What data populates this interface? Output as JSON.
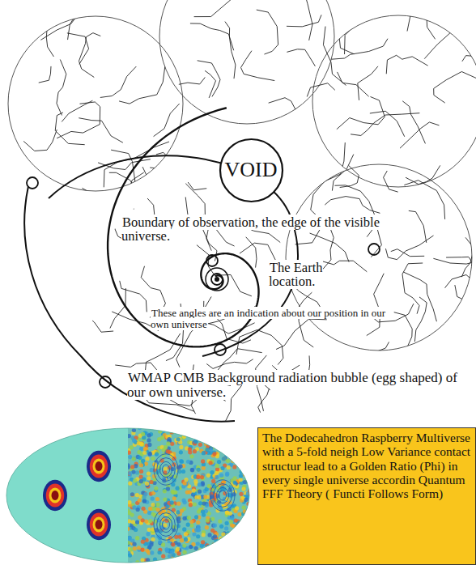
{
  "diagram": {
    "nodes": [
      {
        "text": [
          "VOID"
        ]
      },
      {
        "text": [
          "The Dodecahedron Raspberry Multiverse with a 5-fold neigh Low Variance contact structur lead to a Golden Ratio (Phi) in every single universe accordin Quantum FFF Theory ( Functi Follows Form)"
        ]
      }
    ],
    "edges": [],
    "labels": [
      "Boundary of observation, the edge of the visible universe.",
      "The Earth location.",
      "These angles are an indication about our position in our own universe",
      "WMAP CMB Background radiation bubble (egg shaped) of our own universe."
    ]
  }
}
